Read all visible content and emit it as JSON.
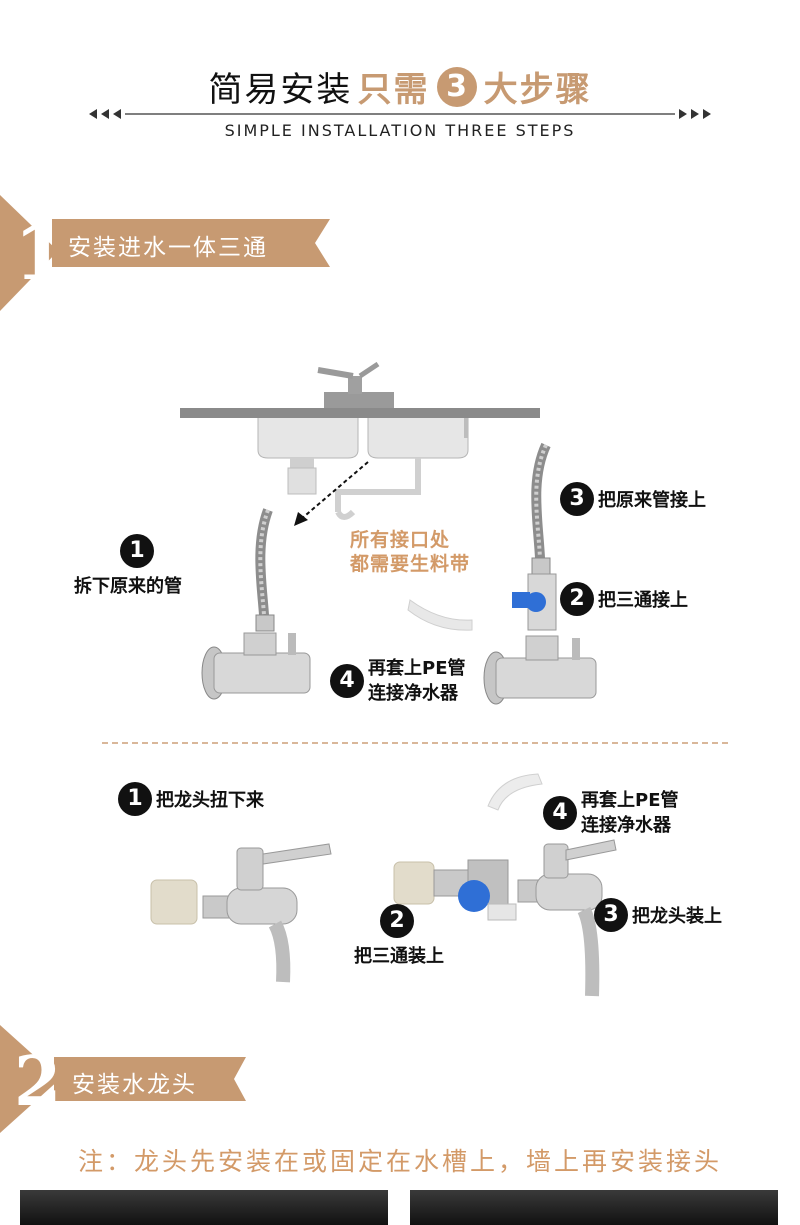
{
  "header": {
    "title_part1": "简易安装",
    "title_part2": "只需",
    "title_num": "3",
    "title_part3": "大步骤",
    "subtitle": "SIMPLE INSTALLATION THREE STEPS"
  },
  "section1": {
    "number": "1",
    "label": "安装进水一体三通",
    "angle_valve": {
      "step1": {
        "num": "1",
        "text": "拆下原来的管"
      },
      "step2": {
        "num": "2",
        "text": "把三通接上"
      },
      "step3": {
        "num": "3",
        "text": "把原来管接上"
      },
      "step4": {
        "num": "4",
        "line1": "再套上PE管",
        "line2": "连接净水器"
      },
      "tape_note_line1": "所有接口处",
      "tape_note_line2": "都需要生料带"
    },
    "faucet": {
      "step1": {
        "num": "1",
        "text": "把龙头扭下来"
      },
      "step2": {
        "num": "2",
        "text": "把三通装上"
      },
      "step3": {
        "num": "3",
        "text": "把龙头装上"
      },
      "step4": {
        "num": "4",
        "line1": "再套上PE管",
        "line2": "连接净水器"
      }
    }
  },
  "section2": {
    "number": "2",
    "label": "安装水龙头",
    "note": "注：龙头先安装在或固定在水槽上，墙上再安装接头"
  },
  "colors": {
    "accent": "#c79a72",
    "note_text": "#d39a68",
    "pipe_blue": "#2f6fd6"
  }
}
